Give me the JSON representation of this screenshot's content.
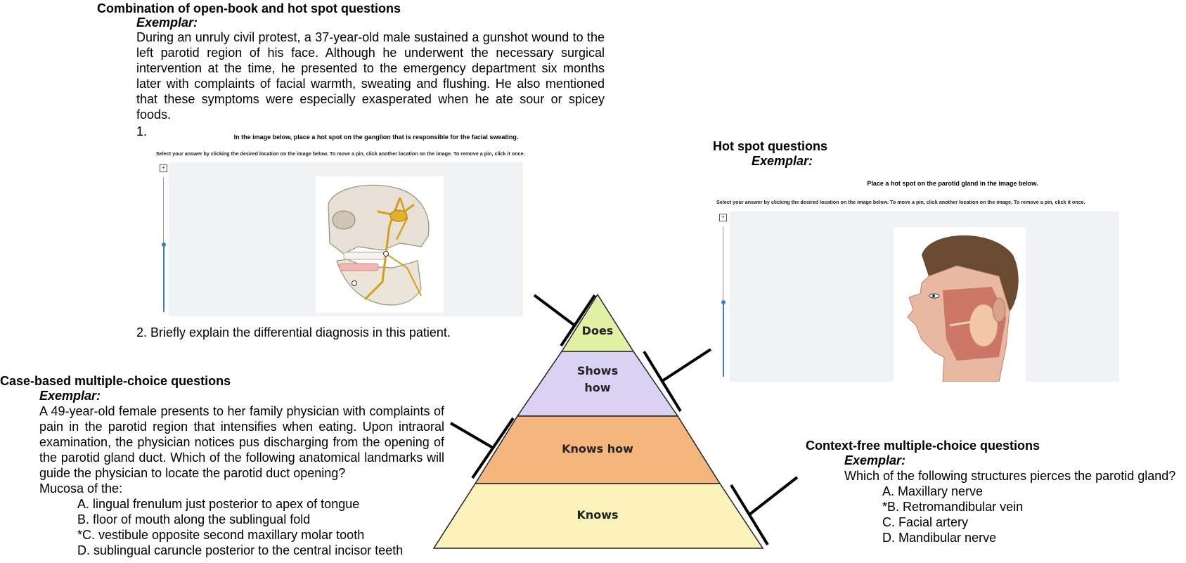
{
  "top_section": {
    "heading": "Combination of open-book and hot spot questions",
    "exemplar": "Exemplar:",
    "scenario": "During an unruly civil protest, a 37-year-old male sustained a gunshot wound to the left parotid region of his face. Although he underwent the necessary surgical intervention at the time, he presented to the emergency department six months later with complaints of facial warmth, sweating and flushing. He also mentioned that these symptoms were especially exasperated when he ate sour or spicey foods.",
    "q1_number": "1.",
    "panel_title": "In the image below, place a hot spot on the ganglion that is responsible for the facial sweating.",
    "panel_instructions": "Select your answer by clicking the desired location on the image below. To move a pin, click another location on the image. To remove a pin, click it once.",
    "q2": "2. Briefly explain the differential diagnosis in this patient."
  },
  "hot_spot": {
    "heading": "Hot spot questions",
    "exemplar": "Exemplar:",
    "panel_title": "Place a hot spot on the parotid gland in the image below.",
    "panel_instructions": "Select your answer by clicking the desired location on the image below. To move a pin, click another location on the image. To remove a pin, click it once."
  },
  "case_mcq": {
    "heading": "Case-based multiple-choice questions",
    "exemplar": "Exemplar:",
    "stem": "A 49-year-old female presents to her family physician with complaints of pain in the parotid region that intensifies when eating. Upon intraoral examination, the physician notices pus discharging from the opening of the parotid gland duct. Which of the following anatomical landmarks will guide the physician to locate the parotid duct opening?",
    "stem_tail": "Mucosa of the:",
    "options": [
      "A. lingual frenulum just posterior to apex of tongue",
      "B. floor of mouth along the sublingual fold",
      "*C. vestibule opposite second maxillary molar tooth",
      "D. sublingual caruncle posterior to the central incisor teeth"
    ]
  },
  "context_mcq": {
    "heading": "Context-free multiple-choice questions",
    "exemplar": "Exemplar:",
    "stem": "Which of the following structures pierces the parotid gland?",
    "options": [
      "A. Maxillary nerve",
      "*B. Retromandibular vein",
      "C. Facial artery",
      "D. Mandibular nerve"
    ]
  },
  "pyramid": {
    "tiers": [
      {
        "label": "Does",
        "color": "#e2f0a6"
      },
      {
        "label_lines": [
          "Shows",
          "how"
        ],
        "color": "#d9d2f2"
      },
      {
        "label": "Knows how",
        "color": "#f5b67d"
      },
      {
        "label": "Knows",
        "color": "#fbf3b9"
      }
    ],
    "outline_color": "#222222"
  },
  "icons": {
    "zoom": "zoom-box-icon",
    "skull": "skull-nerve-illustration-icon",
    "head": "head-parotid-illustration-icon"
  }
}
